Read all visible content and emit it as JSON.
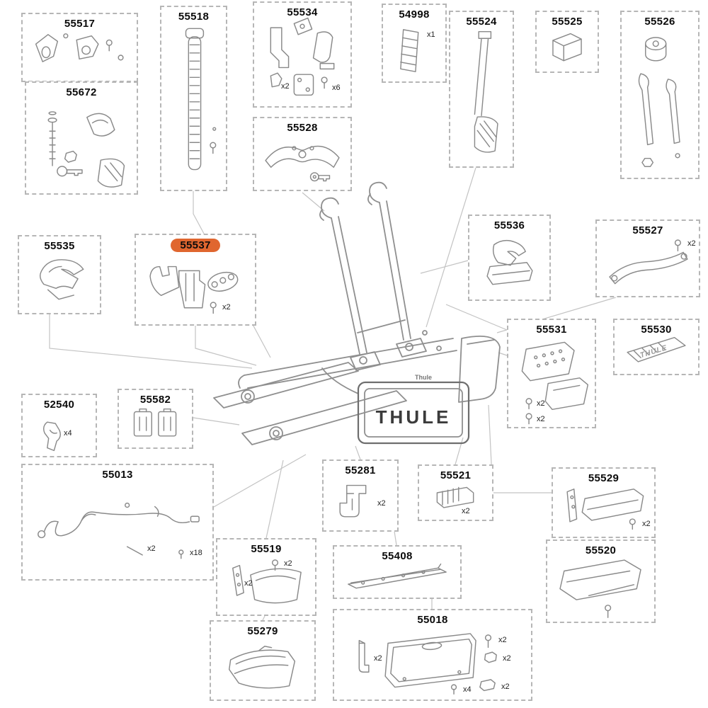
{
  "highlight_color": "#e0662f",
  "central": {
    "brand_plate": "THULE",
    "brand_small": "Thule"
  },
  "parts": {
    "p55517": {
      "number": "55517",
      "qty": []
    },
    "p55672": {
      "number": "55672",
      "qty": []
    },
    "p55518": {
      "number": "55518",
      "qty": []
    },
    "p55534": {
      "number": "55534",
      "qty": [
        "x2",
        "x6"
      ]
    },
    "p55528": {
      "number": "55528",
      "qty": []
    },
    "p54998": {
      "number": "54998",
      "qty": [
        "x1"
      ]
    },
    "p55524": {
      "number": "55524",
      "qty": []
    },
    "p55525": {
      "number": "55525",
      "qty": []
    },
    "p55526": {
      "number": "55526",
      "qty": []
    },
    "p55535": {
      "number": "55535",
      "qty": []
    },
    "p55537": {
      "number": "55537",
      "qty": [
        "x2"
      ],
      "highlighted": true
    },
    "p55536": {
      "number": "55536",
      "qty": []
    },
    "p55527": {
      "number": "55527",
      "qty": [
        "x2"
      ]
    },
    "p55531": {
      "number": "55531",
      "qty": [
        "x2",
        "x2"
      ]
    },
    "p55530": {
      "number": "55530",
      "qty": [],
      "badge_text": "THULE"
    },
    "p52540": {
      "number": "52540",
      "qty": [
        "x4"
      ]
    },
    "p55582": {
      "number": "55582",
      "qty": []
    },
    "p55013": {
      "number": "55013",
      "qty": [
        "x2",
        "x18"
      ]
    },
    "p55281": {
      "number": "55281",
      "qty": [
        "x2"
      ]
    },
    "p55521": {
      "number": "55521",
      "qty": [
        "x2"
      ]
    },
    "p55529": {
      "number": "55529",
      "qty": [
        "x2"
      ]
    },
    "p55520": {
      "number": "55520",
      "qty": []
    },
    "p55519": {
      "number": "55519",
      "qty": [
        "x2",
        "x2"
      ]
    },
    "p55408": {
      "number": "55408",
      "qty": []
    },
    "p55279": {
      "number": "55279",
      "qty": []
    },
    "p55018": {
      "number": "55018",
      "qty": [
        "x2",
        "x2",
        "x2",
        "x4",
        "x2"
      ]
    }
  }
}
